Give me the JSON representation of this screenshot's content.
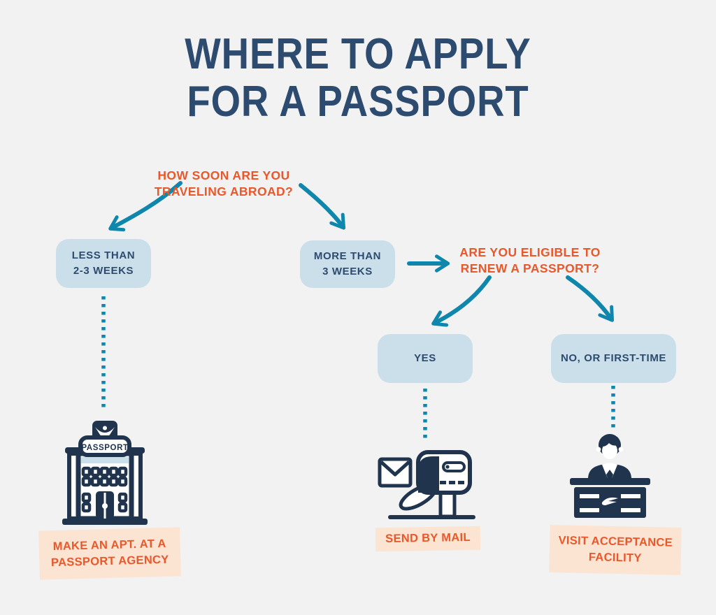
{
  "title": {
    "line1": "WHERE TO APPLY",
    "line2": "FOR A PASSPORT"
  },
  "questions": {
    "how_soon": {
      "line1": "HOW SOON ARE YOU",
      "line2": "TRAVELING ABROAD?"
    },
    "eligible": {
      "line1": "ARE YOU ELIGIBLE TO",
      "line2": "RENEW A PASSPORT?"
    }
  },
  "nodes": {
    "less_than": {
      "line1": "LESS THAN",
      "line2": "2-3 WEEKS"
    },
    "more_than": {
      "line1": "MORE THAN",
      "line2": "3 WEEKS"
    },
    "yes": {
      "label": "YES"
    },
    "no": {
      "label": "NO, OR FIRST-TIME"
    }
  },
  "outcomes": {
    "agency": {
      "line1": "MAKE AN APT. AT A",
      "line2": "PASSPORT AGENCY"
    },
    "mail": {
      "label": "SEND BY MAIL"
    },
    "facility": {
      "line1": "VISIT ACCEPTANCE",
      "line2": "FACILITY"
    }
  },
  "building_sign": "PASSPORT",
  "icons": {
    "agency": "passport-agency-building-icon",
    "mail": "mailbox-envelope-icon",
    "facility": "clerk-at-desk-icon"
  },
  "colors": {
    "background": "#f2f2f3",
    "navy_text": "#2d4b6e",
    "icon_navy": "#20344d",
    "teal_arrow": "#0f87ac",
    "orange_text": "#e9582b",
    "node_blue": "#cbdfeb",
    "outcome_peach": "#fce4d3"
  }
}
